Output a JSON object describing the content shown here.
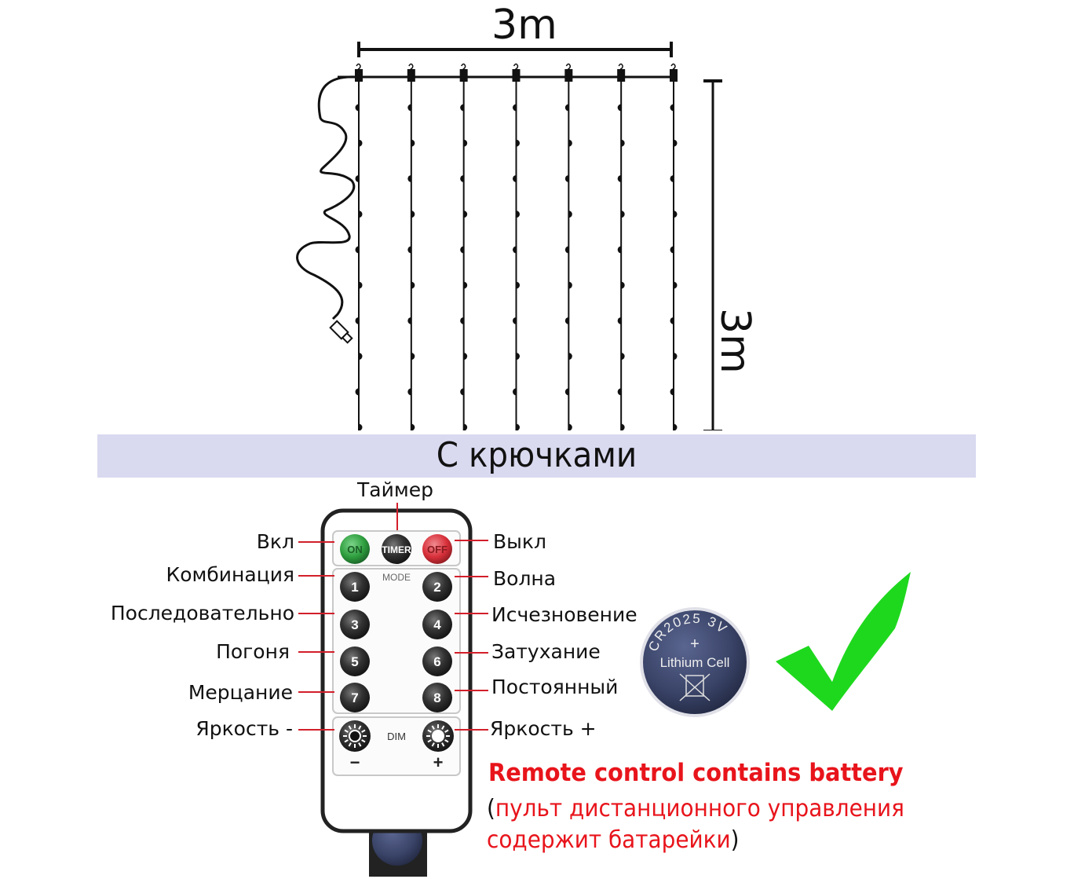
{
  "diagram": {
    "width_label": "3m",
    "height_label": "3m",
    "strand_count": 7,
    "bulbs_per_strand": 10,
    "caption": "С крючками"
  },
  "remote": {
    "top_label": "Таймер",
    "buttons": {
      "on": "ON",
      "timer": "TIMER",
      "off": "OFF",
      "mode_label": "MODE",
      "dim_label": "DIM",
      "dim_minus": "−",
      "dim_plus": "+",
      "numbers": [
        "1",
        "2",
        "3",
        "4",
        "5",
        "6",
        "7",
        "8"
      ]
    },
    "left_labels": [
      "Вкл",
      "Комбинация",
      "Последовательно",
      "Погоня",
      "Мерцание",
      "Яркость -"
    ],
    "right_labels": [
      "Выкл",
      "Волна",
      "Исчезновение",
      "Затухание",
      "Постоянный",
      "Яркость +"
    ]
  },
  "battery": {
    "model": "CR2025",
    "voltage": "3V",
    "plus": "+",
    "type": "Lithium Cell"
  },
  "note": {
    "english": "Remote control contains battery",
    "open_paren": "(",
    "russian_line1": "пульт дистанционного управления",
    "russian_line2": "содержит батарейки",
    "close_paren": ")"
  },
  "colors": {
    "banner": "#d9d9f0",
    "accent_red": "#e8141b",
    "check_green": "#1ed81e",
    "on_green": "#2e9e3e",
    "off_red": "#d8303a",
    "battery_blue": "#3a4468"
  }
}
